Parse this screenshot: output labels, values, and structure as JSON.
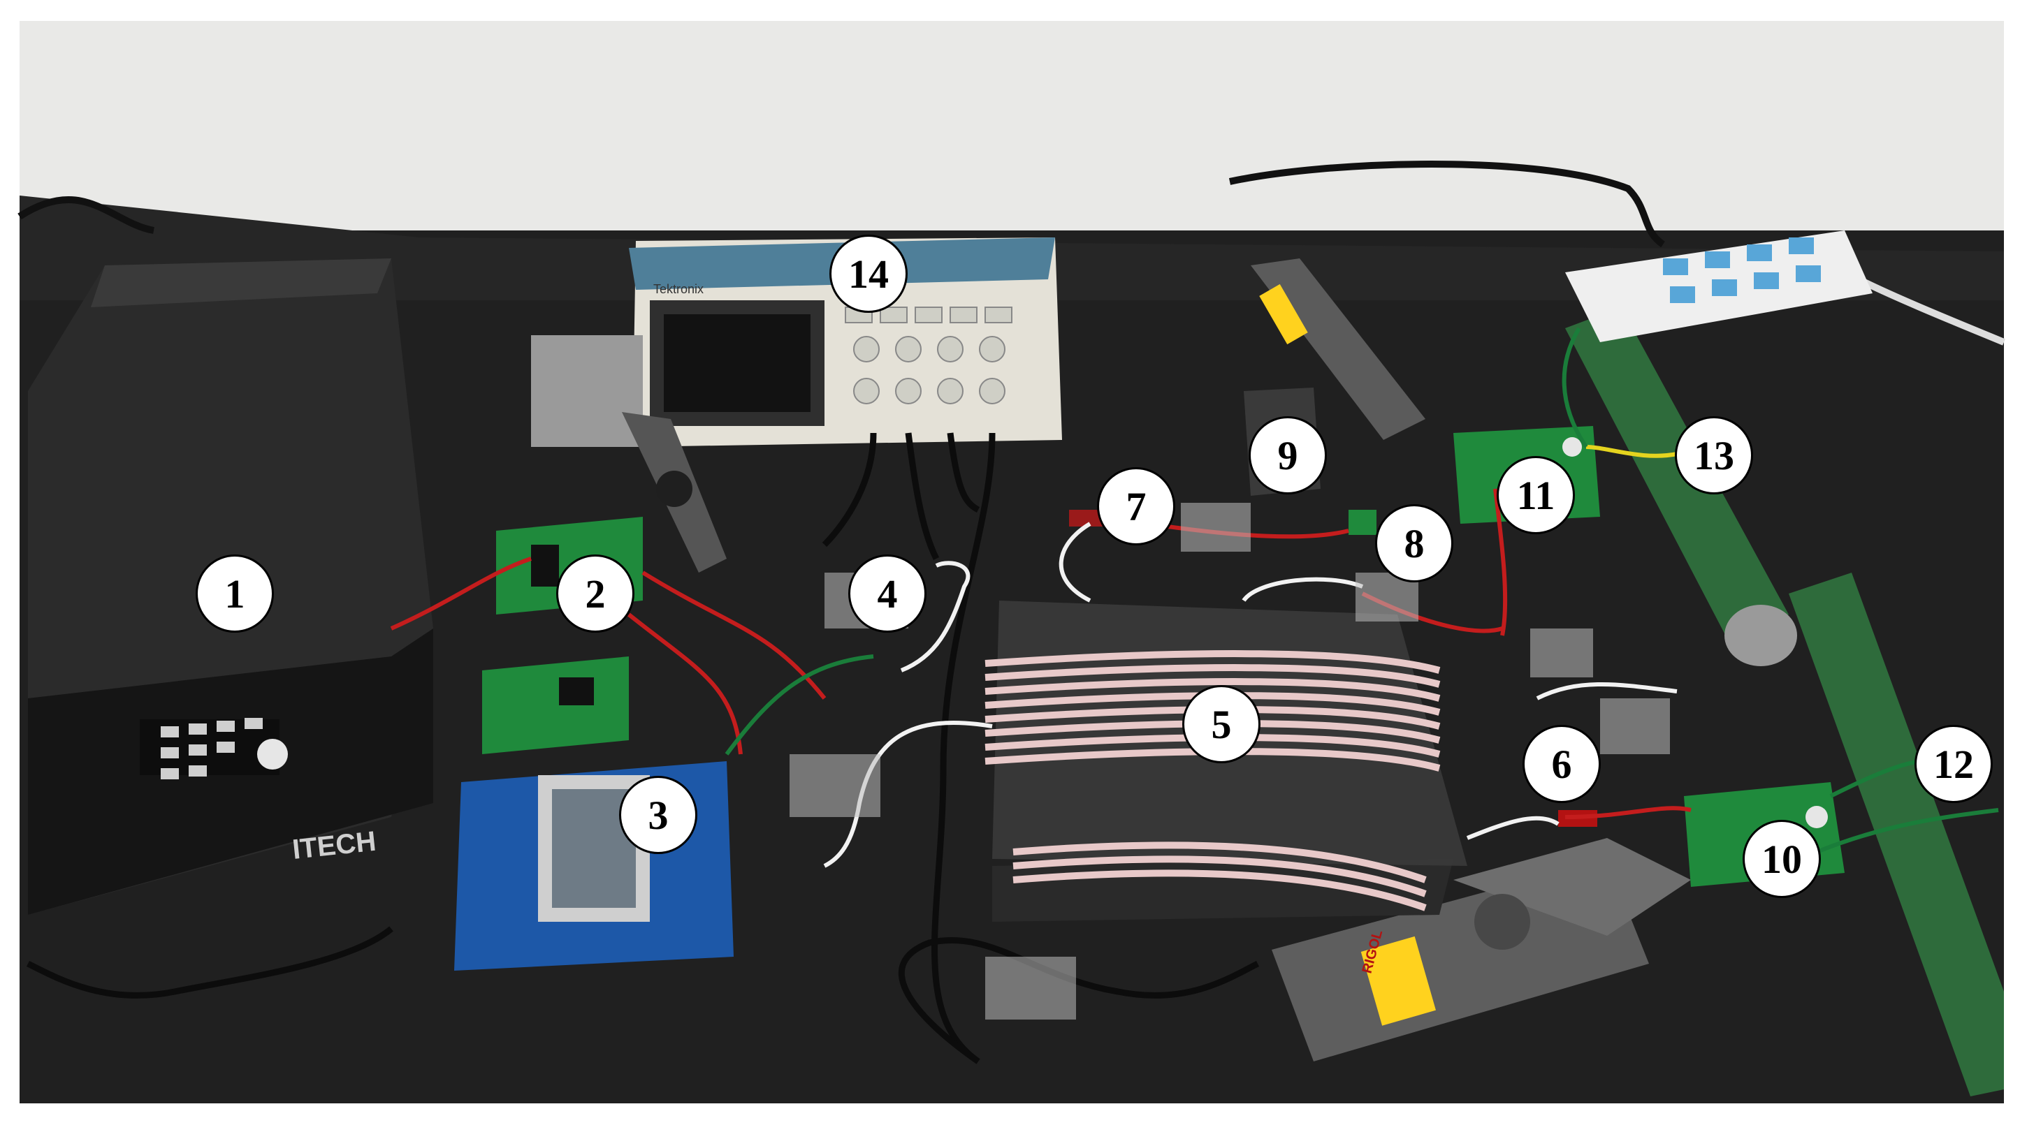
{
  "photo": {
    "description_tags": [
      "lab-bench",
      "wireless-power-transfer-setup"
    ],
    "device_texts": {
      "dc_load_brand": "ITECH",
      "scope_brand": "Tektronix",
      "probe_brand": "RIGOL"
    }
  },
  "labels": [
    "1",
    "2",
    "3",
    "4",
    "5",
    "6",
    "7",
    "8",
    "9",
    "10",
    "11",
    "12",
    "13",
    "14"
  ]
}
